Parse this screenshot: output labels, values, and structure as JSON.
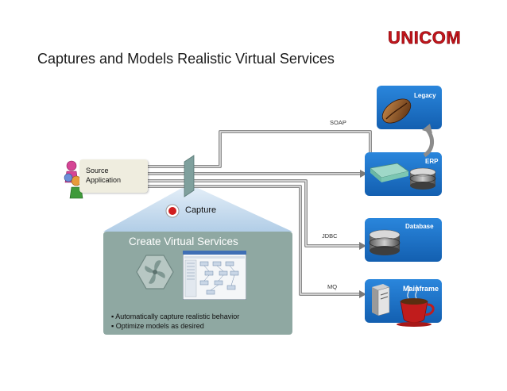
{
  "title": "Captures and Models Realistic Virtual Services",
  "logo": {
    "text": "UNICOM"
  },
  "source": {
    "line1": "Source",
    "line2": "Application"
  },
  "capture_label": "Capture",
  "virtual_services": {
    "title": "Create Virtual Services",
    "bullets": [
      "Automatically capture realistic behavior",
      "Optimize models as desired"
    ]
  },
  "protocols": {
    "soap": "SOAP",
    "jdbc": "JDBC",
    "mq": "MQ"
  },
  "targets": {
    "legacy": "Legacy",
    "erp": "ERP",
    "database": "Database",
    "mainframe": "Mainframe"
  },
  "colors": {
    "blue": "#1a6fc6",
    "panel": "#8fa8a2",
    "beam": "#b9d4ea",
    "line": "#8f8f8f"
  }
}
